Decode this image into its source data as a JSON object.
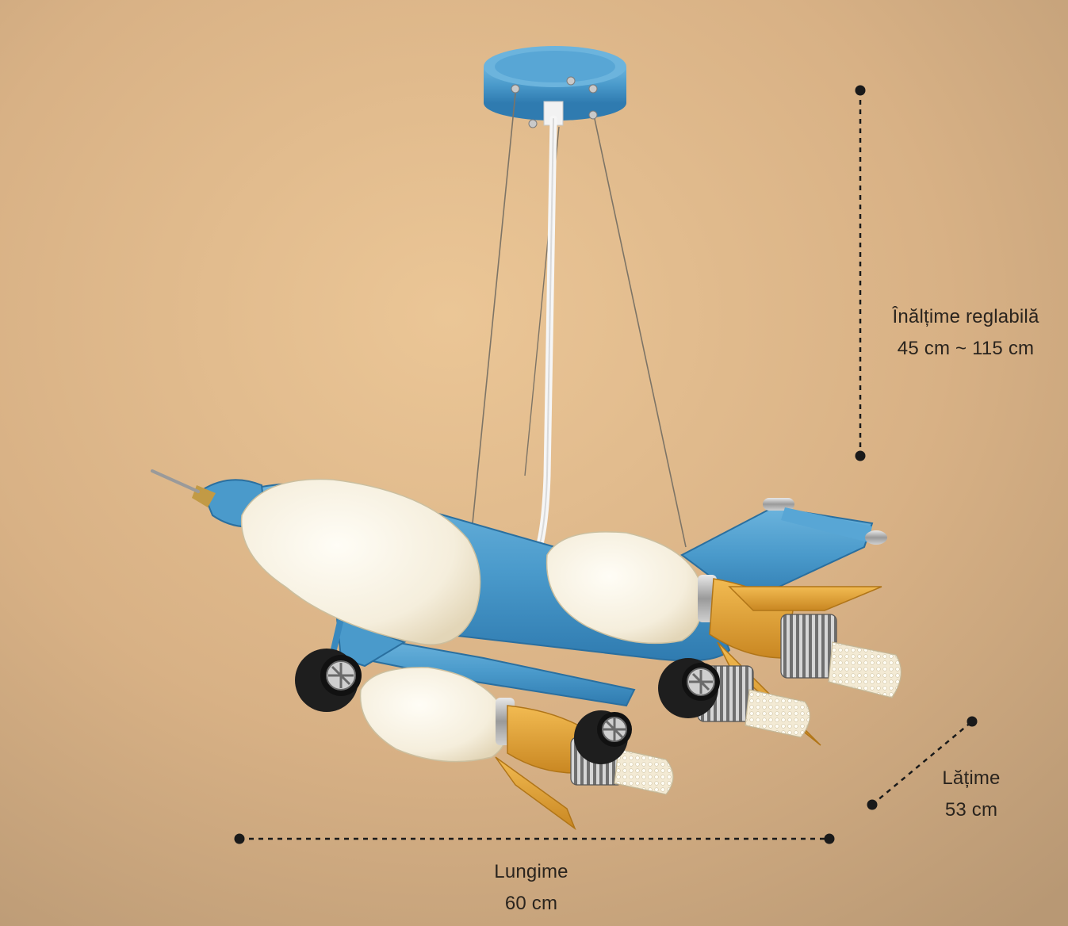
{
  "dimensions": {
    "height": {
      "label": "Înălțime reglabilă",
      "value": "45 cm ~ 115 cm"
    },
    "width": {
      "label": "Lățime",
      "value": "53 cm"
    },
    "length": {
      "label": "Lungime",
      "value": "60 cm"
    }
  },
  "colors": {
    "background_light": "#e8c294",
    "background_dark": "#bd9c78",
    "body_blue": "#4a9acb",
    "body_blue_dark": "#2f7bb0",
    "engine_orange": "#e6a637",
    "glass_white": "#f6f0e1",
    "tire_black": "#1e1e1e",
    "chrome": "#b9b9b9",
    "dimension_line": "#1a1a1a"
  }
}
